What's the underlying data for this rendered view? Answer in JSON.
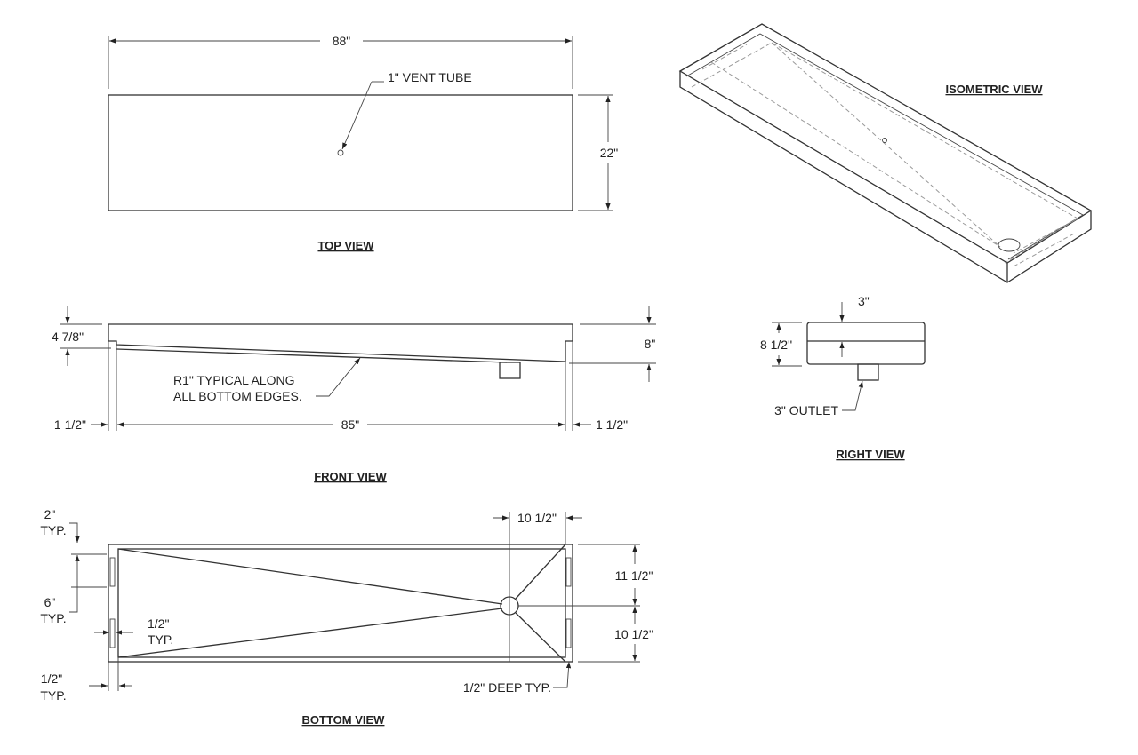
{
  "views": {
    "top": {
      "title": "TOP VIEW",
      "width": "88\"",
      "depth": "22\"",
      "vent": "1\" VENT TUBE"
    },
    "front": {
      "title": "FRONT VIEW",
      "left_height": "4 7/8\"",
      "right_height": "8\"",
      "note_line1": "R1\" TYPICAL ALONG",
      "note_line2": "ALL BOTTOM EDGES.",
      "inner_length": "85\"",
      "left_wall": "1 1/2\"",
      "right_wall": "1 1/2\""
    },
    "bottom": {
      "title": "BOTTOM VIEW",
      "slot_spacing": "2\"",
      "slot_spacing_typ": "TYP.",
      "slot_length": "6\"",
      "slot_length_typ": "TYP.",
      "slot_width": "1/2\"",
      "slot_width_typ": "TYP.",
      "edge_offset": "1/2\"",
      "edge_offset_typ": "TYP.",
      "outlet_offset": "10 1/2\"",
      "upper_depth": "11 1/2\"",
      "lower_depth": "10 1/2\"",
      "deep_note": "1/2\" DEEP TYP."
    },
    "right": {
      "title": "RIGHT VIEW",
      "top": "3\"",
      "height": "8 1/2\"",
      "outlet": "3\" OUTLET"
    },
    "isometric": {
      "title": "ISOMETRIC VIEW"
    }
  }
}
